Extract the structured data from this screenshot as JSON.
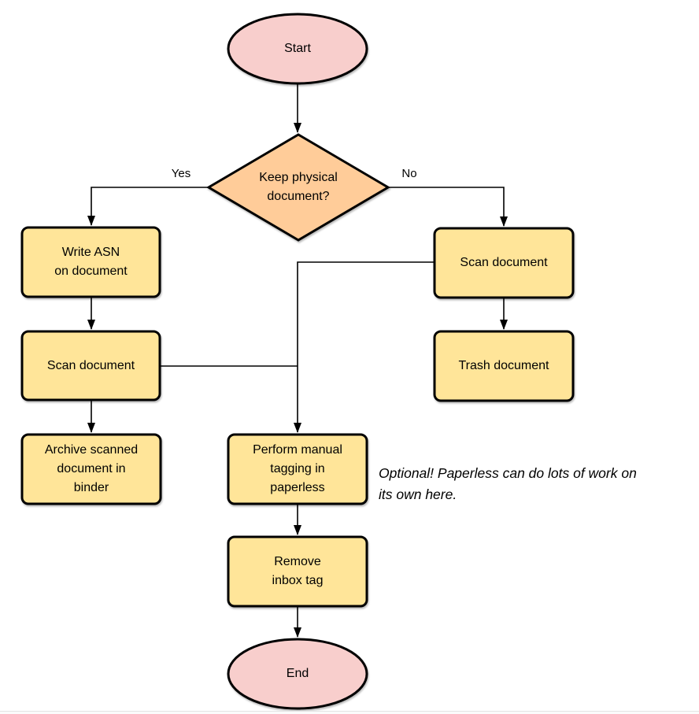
{
  "diagram": {
    "nodes": {
      "start": {
        "label": "Start",
        "shape": "terminator"
      },
      "decision": {
        "label": "Keep physical\ndocument?",
        "shape": "decision"
      },
      "write_asn": {
        "label": "Write ASN\non document",
        "shape": "process"
      },
      "scan_left": {
        "label": "Scan document",
        "shape": "process"
      },
      "archive": {
        "label": "Archive scanned\ndocument in\nbinder",
        "shape": "process"
      },
      "scan_right": {
        "label": "Scan document",
        "shape": "process"
      },
      "trash": {
        "label": "Trash document",
        "shape": "process"
      },
      "tagging": {
        "label": "Perform manual\ntagging in\npaperless",
        "shape": "process"
      },
      "remove_inbox": {
        "label": "Remove\ninbox tag",
        "shape": "process"
      },
      "end": {
        "label": "End",
        "shape": "terminator"
      }
    },
    "edge_labels": {
      "yes": "Yes",
      "no": "No"
    },
    "note": "Optional! Paperless can do lots of work on\nits own here.",
    "colors": {
      "terminator_fill": "#f8cecc",
      "decision_fill": "#ffcc99",
      "process_fill": "#ffe599",
      "stroke": "#000000"
    }
  }
}
